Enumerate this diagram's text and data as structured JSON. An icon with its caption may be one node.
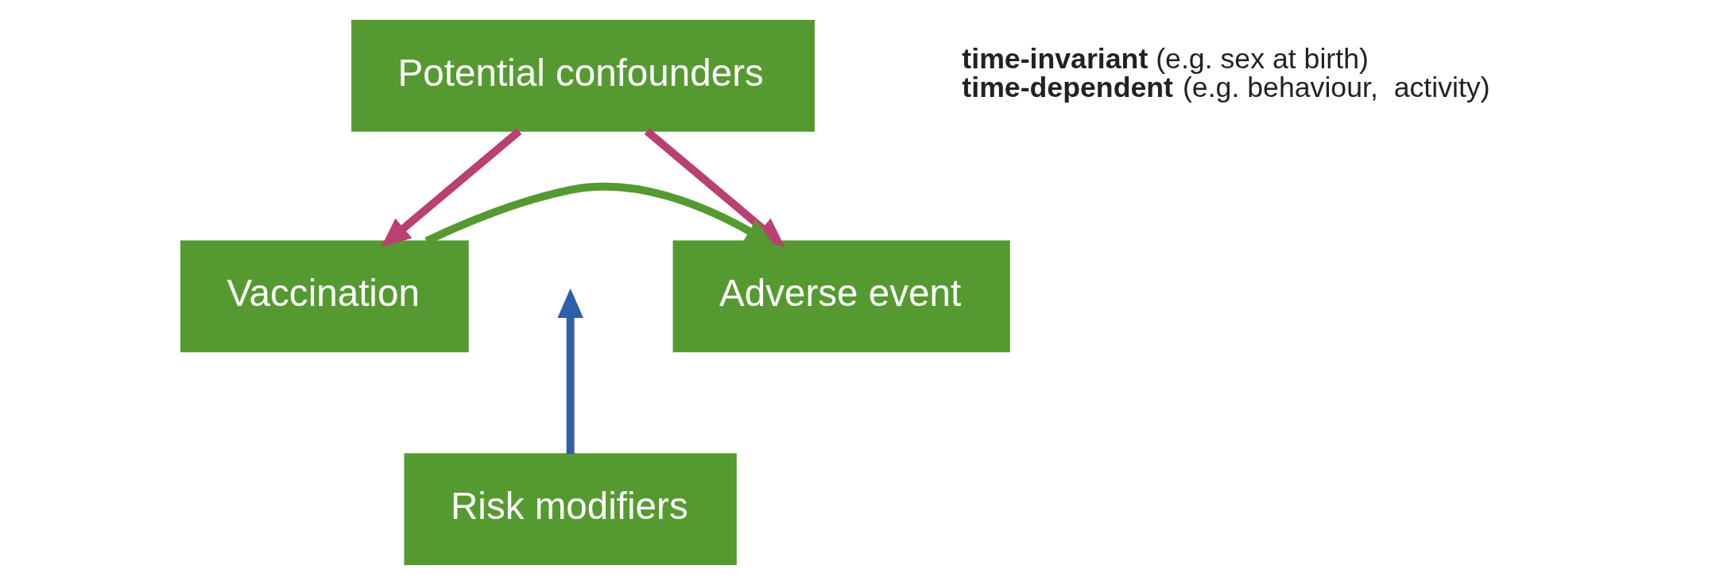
{
  "diagram": {
    "nodes": [
      {
        "text": [
          "Potential confounders"
        ],
        "beside": [
          "**time-invariant** (e.g. sex at birth)",
          "**time-dependent** (e.g. behaviour,  activity)"
        ]
      },
      {
        "text": [
          "Vaccination"
        ]
      },
      {
        "text": [
          "Adverse event"
        ]
      },
      {
        "text": [
          "Risk modifiers"
        ]
      }
    ],
    "edges": [
      {
        "from": 0,
        "to": 1,
        "arrow": "to",
        "color": "#b94070"
      },
      {
        "from": 0,
        "to": 2,
        "arrow": "to",
        "color": "#b94070"
      },
      {
        "from": 1,
        "to": 2,
        "arrow": "to",
        "color": "#559a30"
      },
      {
        "from": 3,
        "to": null,
        "arrow": "to",
        "color": "#2e5fa8"
      }
    ]
  }
}
